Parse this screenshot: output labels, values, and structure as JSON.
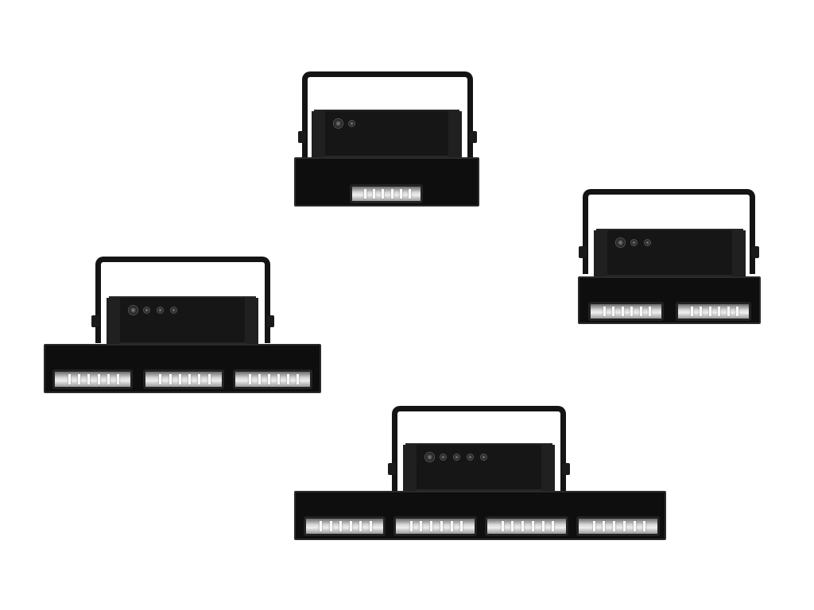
{
  "scene": "product-render",
  "colors": {
    "background": "#ffffff",
    "housing": "#0e0e0e",
    "lens": "#d8d8d8"
  },
  "fixtures": [
    {
      "name": "floodlight-1-module",
      "module_count": 1,
      "gland_count": 2
    },
    {
      "name": "floodlight-2-module",
      "module_count": 2,
      "gland_count": 3
    },
    {
      "name": "floodlight-3-module",
      "module_count": 3,
      "gland_count": 4
    },
    {
      "name": "floodlight-4-module",
      "module_count": 4,
      "gland_count": 5
    }
  ]
}
